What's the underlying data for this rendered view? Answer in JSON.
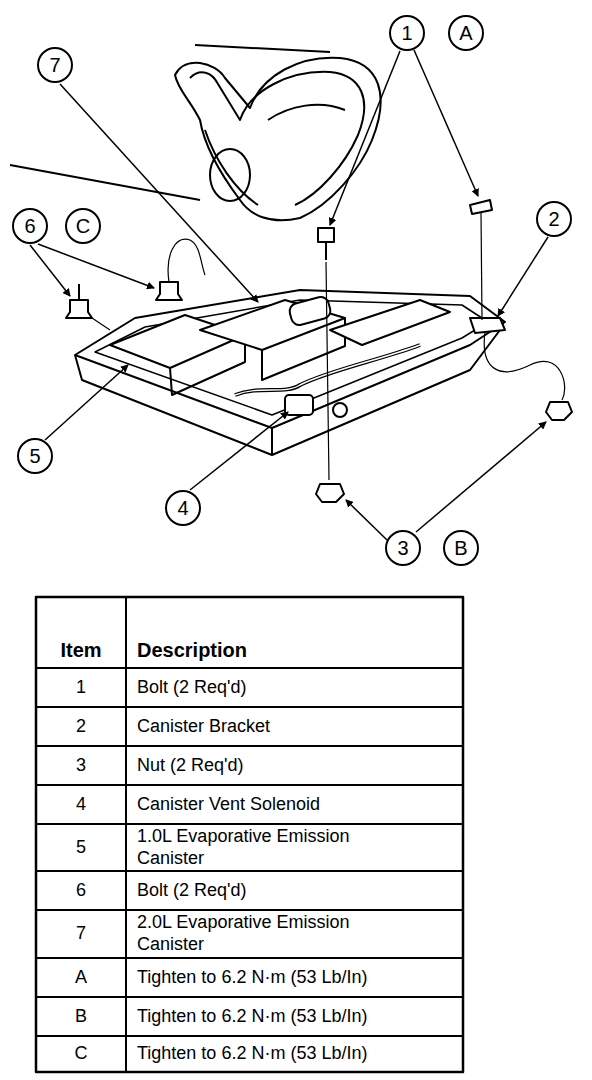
{
  "diagram": {
    "nodes": [
      {
        "text": [
          "7"
        ]
      },
      {
        "text": [
          "1"
        ]
      },
      {
        "text": [
          "A"
        ]
      },
      {
        "text": [
          "6"
        ]
      },
      {
        "text": [
          "C"
        ]
      },
      {
        "text": [
          "2"
        ]
      },
      {
        "text": [
          "5"
        ]
      },
      {
        "text": [
          "4"
        ]
      },
      {
        "text": [
          "3"
        ]
      },
      {
        "text": [
          "B"
        ]
      }
    ],
    "labels": [
      "Item",
      "Description",
      "1",
      "Bolt (2 Req'd)",
      "2",
      "Canister Bracket",
      "3",
      "Nut (2 Req'd)",
      "4",
      "Canister Vent Solenoid",
      "5",
      "1.0L Evaporative Emission Canister",
      "6",
      "Bolt (2 Req'd)",
      "7",
      "2.0L Evaporative Emission Canister",
      "A",
      "Tighten to 6.2 N·m (53 Lb/In)",
      "B",
      "Tighten to 6.2 N·m (53 Lb/In)",
      "C",
      "Tighten to 6.2 N·m (53 Lb/In)"
    ]
  }
}
